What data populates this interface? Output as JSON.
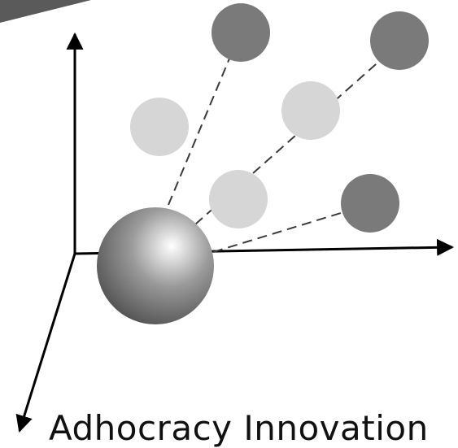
{
  "caption": "Adhocracy Innovation",
  "colors": {
    "axis": "#000000",
    "link": "#3a3a3a",
    "node_dark": "#7a7a7a",
    "node_light": "#d6d6d6",
    "hub_highlight": "#ffffff",
    "hub_mid": "#9a9a9a",
    "hub_shadow": "#4a4a4a",
    "corner_shape": "#5a5a5a"
  },
  "nodes": [
    {
      "name": "node-dark-top",
      "tone": "dark",
      "linked": true
    },
    {
      "name": "node-dark-top-right",
      "tone": "dark",
      "linked": true
    },
    {
      "name": "node-light-left",
      "tone": "light",
      "linked": false
    },
    {
      "name": "node-light-mid",
      "tone": "light",
      "linked": false
    },
    {
      "name": "node-light-center",
      "tone": "light",
      "linked": false
    },
    {
      "name": "node-dark-right",
      "tone": "dark",
      "linked": true
    }
  ]
}
